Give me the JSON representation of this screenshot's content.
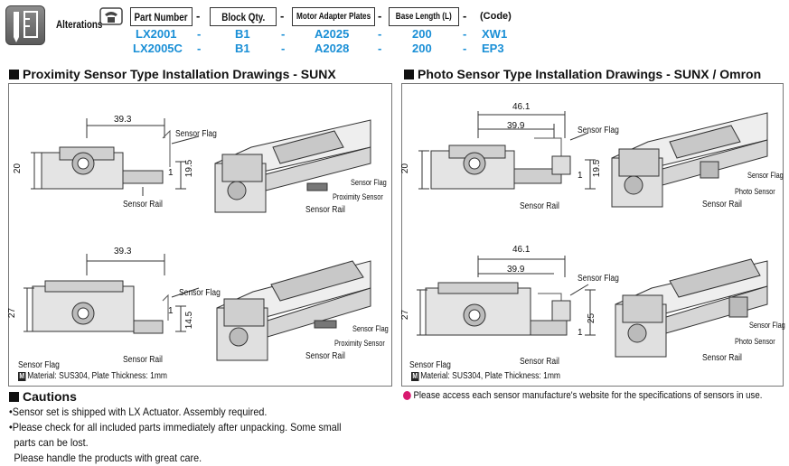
{
  "alterations": {
    "label": "Alterations",
    "headers": {
      "part_number": "Part Number",
      "block_qty": "Block Qty.",
      "motor_adapter": "Motor Adapter Plates",
      "base_length": "Base Length (L)",
      "code": "(Code)"
    },
    "dash": "-",
    "rows": [
      {
        "part": "LX2001",
        "block": "B1",
        "motor": "A2025",
        "length": "200",
        "code": "XW1"
      },
      {
        "part": "LX2005C",
        "block": "B1",
        "motor": "A2028",
        "length": "200",
        "code": "EP3"
      }
    ],
    "accent_color": "#1a8fd6"
  },
  "sections": {
    "left_title": "Proximity Sensor Type Installation Drawings - SUNX",
    "right_title": "Photo Sensor Type Installation Drawings - SUNX / Omron"
  },
  "left_panel": {
    "top": {
      "dim_width": "39.3",
      "dim_height": "20",
      "dim_side": "19.5",
      "dim_small": "1",
      "sensor_flag": "Sensor Flag",
      "sensor_rail": "Sensor Rail",
      "iso_sensor_flag": "Sensor Flag",
      "iso_proximity": "Proximity Sensor",
      "iso_sensor_rail": "Sensor Rail"
    },
    "bottom": {
      "dim_width": "39.3",
      "dim_height": "27",
      "dim_side": "14.5",
      "dim_small": "1",
      "sensor_flag": "Sensor Flag",
      "sensor_rail": "Sensor Rail",
      "iso_sensor_flag": "Sensor Flag",
      "iso_proximity": "Proximity Sensor",
      "iso_sensor_rail": "Sensor Rail",
      "corner_sensor_flag": "Sensor Flag"
    },
    "material_icon": "M",
    "material": "Material: SUS304, Plate Thickness: 1mm"
  },
  "right_panel": {
    "top": {
      "dim_outer": "46.1",
      "dim_inner": "39.9",
      "dim_height": "20",
      "dim_side": "19.5",
      "dim_small": "1",
      "sensor_flag": "Sensor Flag",
      "sensor_rail": "Sensor Rail",
      "iso_sensor_flag": "Sensor Flag",
      "iso_photo": "Photo Sensor",
      "iso_sensor_rail": "Sensor Rail"
    },
    "bottom": {
      "dim_outer": "46.1",
      "dim_inner": "39.9",
      "dim_height": "27",
      "dim_side": "25",
      "dim_small": "1",
      "sensor_flag": "Sensor Flag",
      "sensor_rail": "Sensor Rail",
      "iso_sensor_flag": "Sensor Flag",
      "iso_photo": "Photo Sensor",
      "iso_sensor_rail": "Sensor Rail",
      "corner_sensor_flag": "Sensor Flag"
    },
    "material_icon": "M",
    "material": "Material: SUS304, Plate Thickness: 1mm"
  },
  "cautions": {
    "title": "Cautions",
    "items": [
      "•Sensor set is shipped with LX Actuator. Assembly required.",
      "•Please check for all included parts immediately after unpacking. Some small",
      "  parts can be lost.",
      "  Please handle the products with great care."
    ]
  },
  "note": "Please access each sensor manufacture's website for the specifications of sensors in use.",
  "icons": {
    "logo": "pencil-ruler-logo-icon",
    "phone": "phone-icon",
    "note_pin": "map-pin-icon"
  }
}
